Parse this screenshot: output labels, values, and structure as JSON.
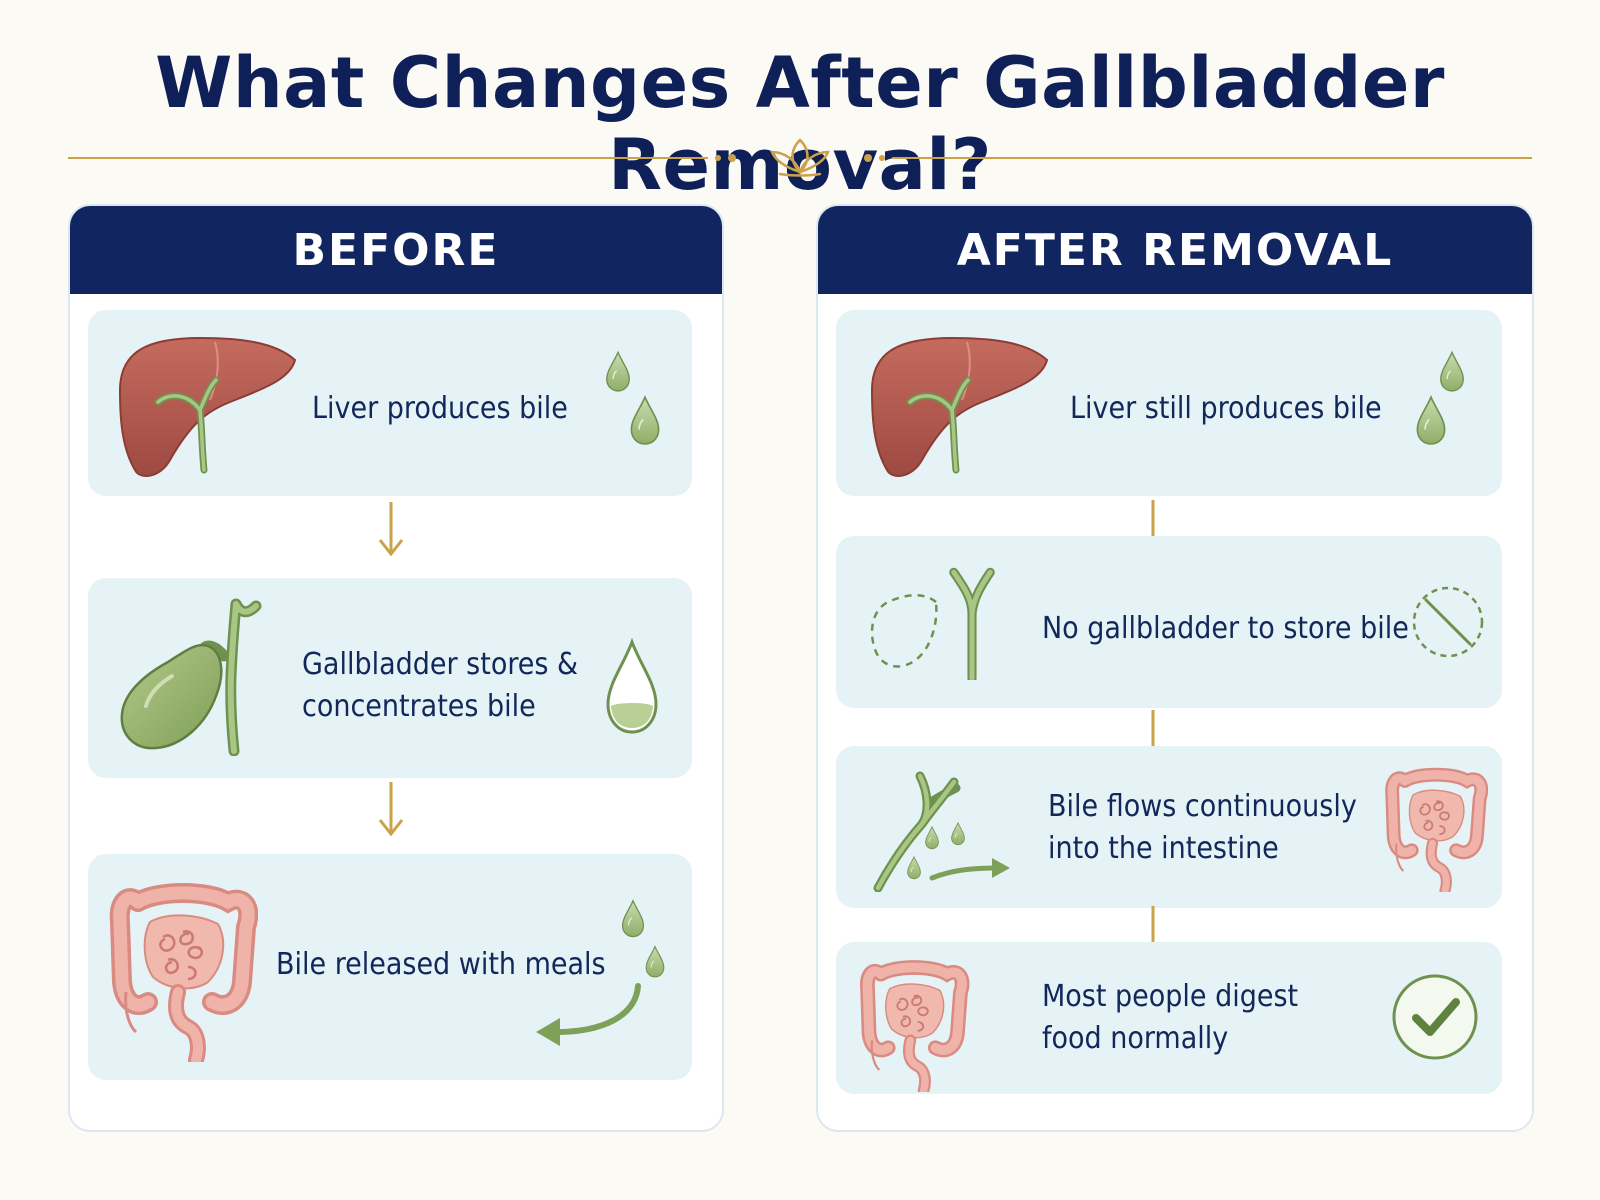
{
  "title": "What Changes After Gallbladder Removal?",
  "colors": {
    "navy": "#112560",
    "gold": "#c9a24a",
    "card": "#e6f3f6",
    "bile_green": "#8fae68",
    "liver": "#b25a50",
    "intestine": "#e8a29a"
  },
  "before": {
    "header": "BEFORE",
    "steps": [
      {
        "lines": [
          "Liver produces bile"
        ],
        "icon": "liver-icon",
        "badge": "bile-drops-icon"
      },
      {
        "lines": [
          "Gallbladder stores &",
          "concentrates bile"
        ],
        "icon": "gallbladder-icon",
        "badge": "half-full-drop-icon"
      },
      {
        "lines": [
          "Bile released with meals"
        ],
        "icon": "intestine-icon",
        "badge": "drops-curved-arrow-icon"
      }
    ]
  },
  "after": {
    "header": "AFTER REMOVAL",
    "steps": [
      {
        "lines": [
          "Liver still produces bile"
        ],
        "icon": "liver-icon",
        "badge": "bile-drops-icon"
      },
      {
        "lines": [
          "No gallbladder to store bile"
        ],
        "icon": "missing-gallbladder-icon",
        "badge": "no-symbol-icon"
      },
      {
        "lines": [
          "Bile flows continuously",
          "into the intestine"
        ],
        "icon": "bile-duct-flow-icon",
        "badge": "intestine-icon"
      },
      {
        "lines": [
          "Most people digest",
          "food normally"
        ],
        "icon": "intestine-icon",
        "badge": "check-circle-icon"
      }
    ]
  }
}
